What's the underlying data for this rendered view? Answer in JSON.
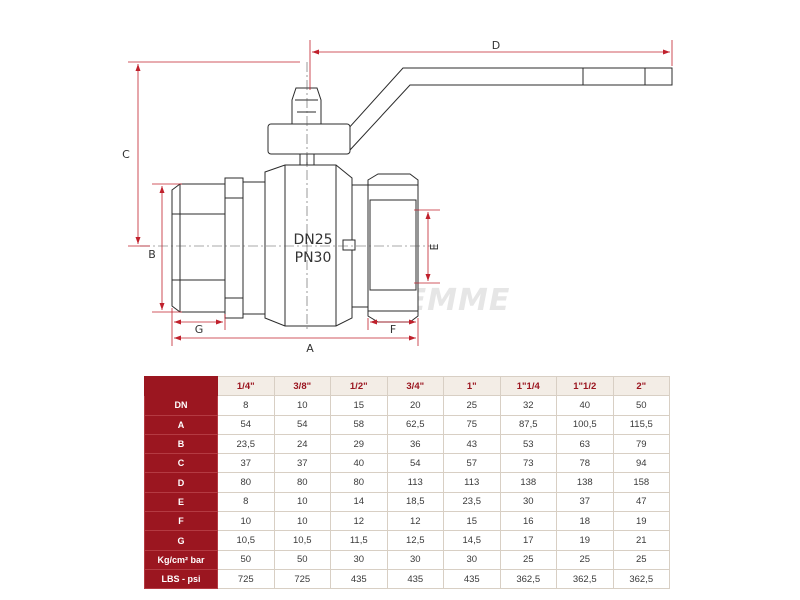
{
  "drawing": {
    "dim_labels": {
      "A": "A",
      "B": "B",
      "C": "C",
      "D": "D",
      "E": "E",
      "F": "F",
      "G": "G"
    },
    "body_text_line1": "DN25",
    "body_text_line2": "PN30",
    "watermark": "TIEMME"
  },
  "table": {
    "sizes": [
      "1/4\"",
      "3/8\"",
      "1/2\"",
      "3/4\"",
      "1\"",
      "1\"1/4",
      "1\"1/2",
      "2\""
    ],
    "rows": [
      {
        "label": "DN",
        "values": [
          "8",
          "10",
          "15",
          "20",
          "25",
          "32",
          "40",
          "50"
        ]
      },
      {
        "label": "A",
        "values": [
          "54",
          "54",
          "58",
          "62,5",
          "75",
          "87,5",
          "100,5",
          "115,5"
        ]
      },
      {
        "label": "B",
        "values": [
          "23,5",
          "24",
          "29",
          "36",
          "43",
          "53",
          "63",
          "79"
        ]
      },
      {
        "label": "C",
        "values": [
          "37",
          "37",
          "40",
          "54",
          "57",
          "73",
          "78",
          "94"
        ]
      },
      {
        "label": "D",
        "values": [
          "80",
          "80",
          "80",
          "113",
          "113",
          "138",
          "138",
          "158"
        ]
      },
      {
        "label": "E",
        "values": [
          "8",
          "10",
          "14",
          "18,5",
          "23,5",
          "30",
          "37",
          "47"
        ]
      },
      {
        "label": "F",
        "values": [
          "10",
          "10",
          "12",
          "12",
          "15",
          "16",
          "18",
          "19"
        ]
      },
      {
        "label": "G",
        "values": [
          "10,5",
          "10,5",
          "11,5",
          "12,5",
          "14,5",
          "17",
          "19",
          "21"
        ]
      },
      {
        "label": "Kg/cm² bar",
        "values": [
          "50",
          "50",
          "30",
          "30",
          "30",
          "25",
          "25",
          "25"
        ]
      },
      {
        "label": "LBS - psi",
        "values": [
          "725",
          "725",
          "435",
          "435",
          "435",
          "362,5",
          "362,5",
          "362,5"
        ]
      }
    ]
  }
}
